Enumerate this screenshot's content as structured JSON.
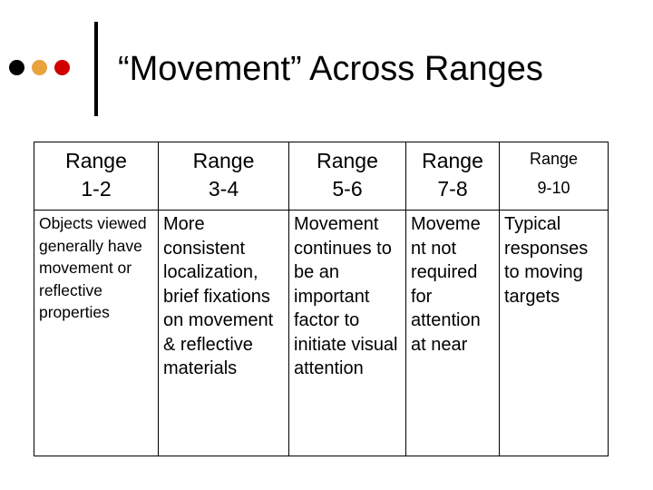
{
  "slide": {
    "title": "“Movement” Across Ranges",
    "dots": [
      {
        "name": "dark-dot",
        "color": "#000000"
      },
      {
        "name": "orange-dot",
        "color": "#e8a33c"
      },
      {
        "name": "red-dot",
        "color": "#d10000"
      }
    ]
  },
  "table": {
    "columns": [
      {
        "header_line1": "Range",
        "header_line2": "1-2",
        "body": "Objects viewed generally have movement or reflective properties"
      },
      {
        "header_line1": "Range",
        "header_line2": "3-4",
        "body": "More consistent localization, brief fixations on movement & reflective materials"
      },
      {
        "header_line1": "Range",
        "header_line2": "5-6",
        "body": "Movement continues to be an important factor to initiate visual attention"
      },
      {
        "header_line1": "Range",
        "header_line2": "7-8",
        "body": "Moveme nt not required for attention at near"
      },
      {
        "header_line1": "Range",
        "header_line2": "9-10",
        "body": "Typical responses to moving targets"
      }
    ]
  }
}
